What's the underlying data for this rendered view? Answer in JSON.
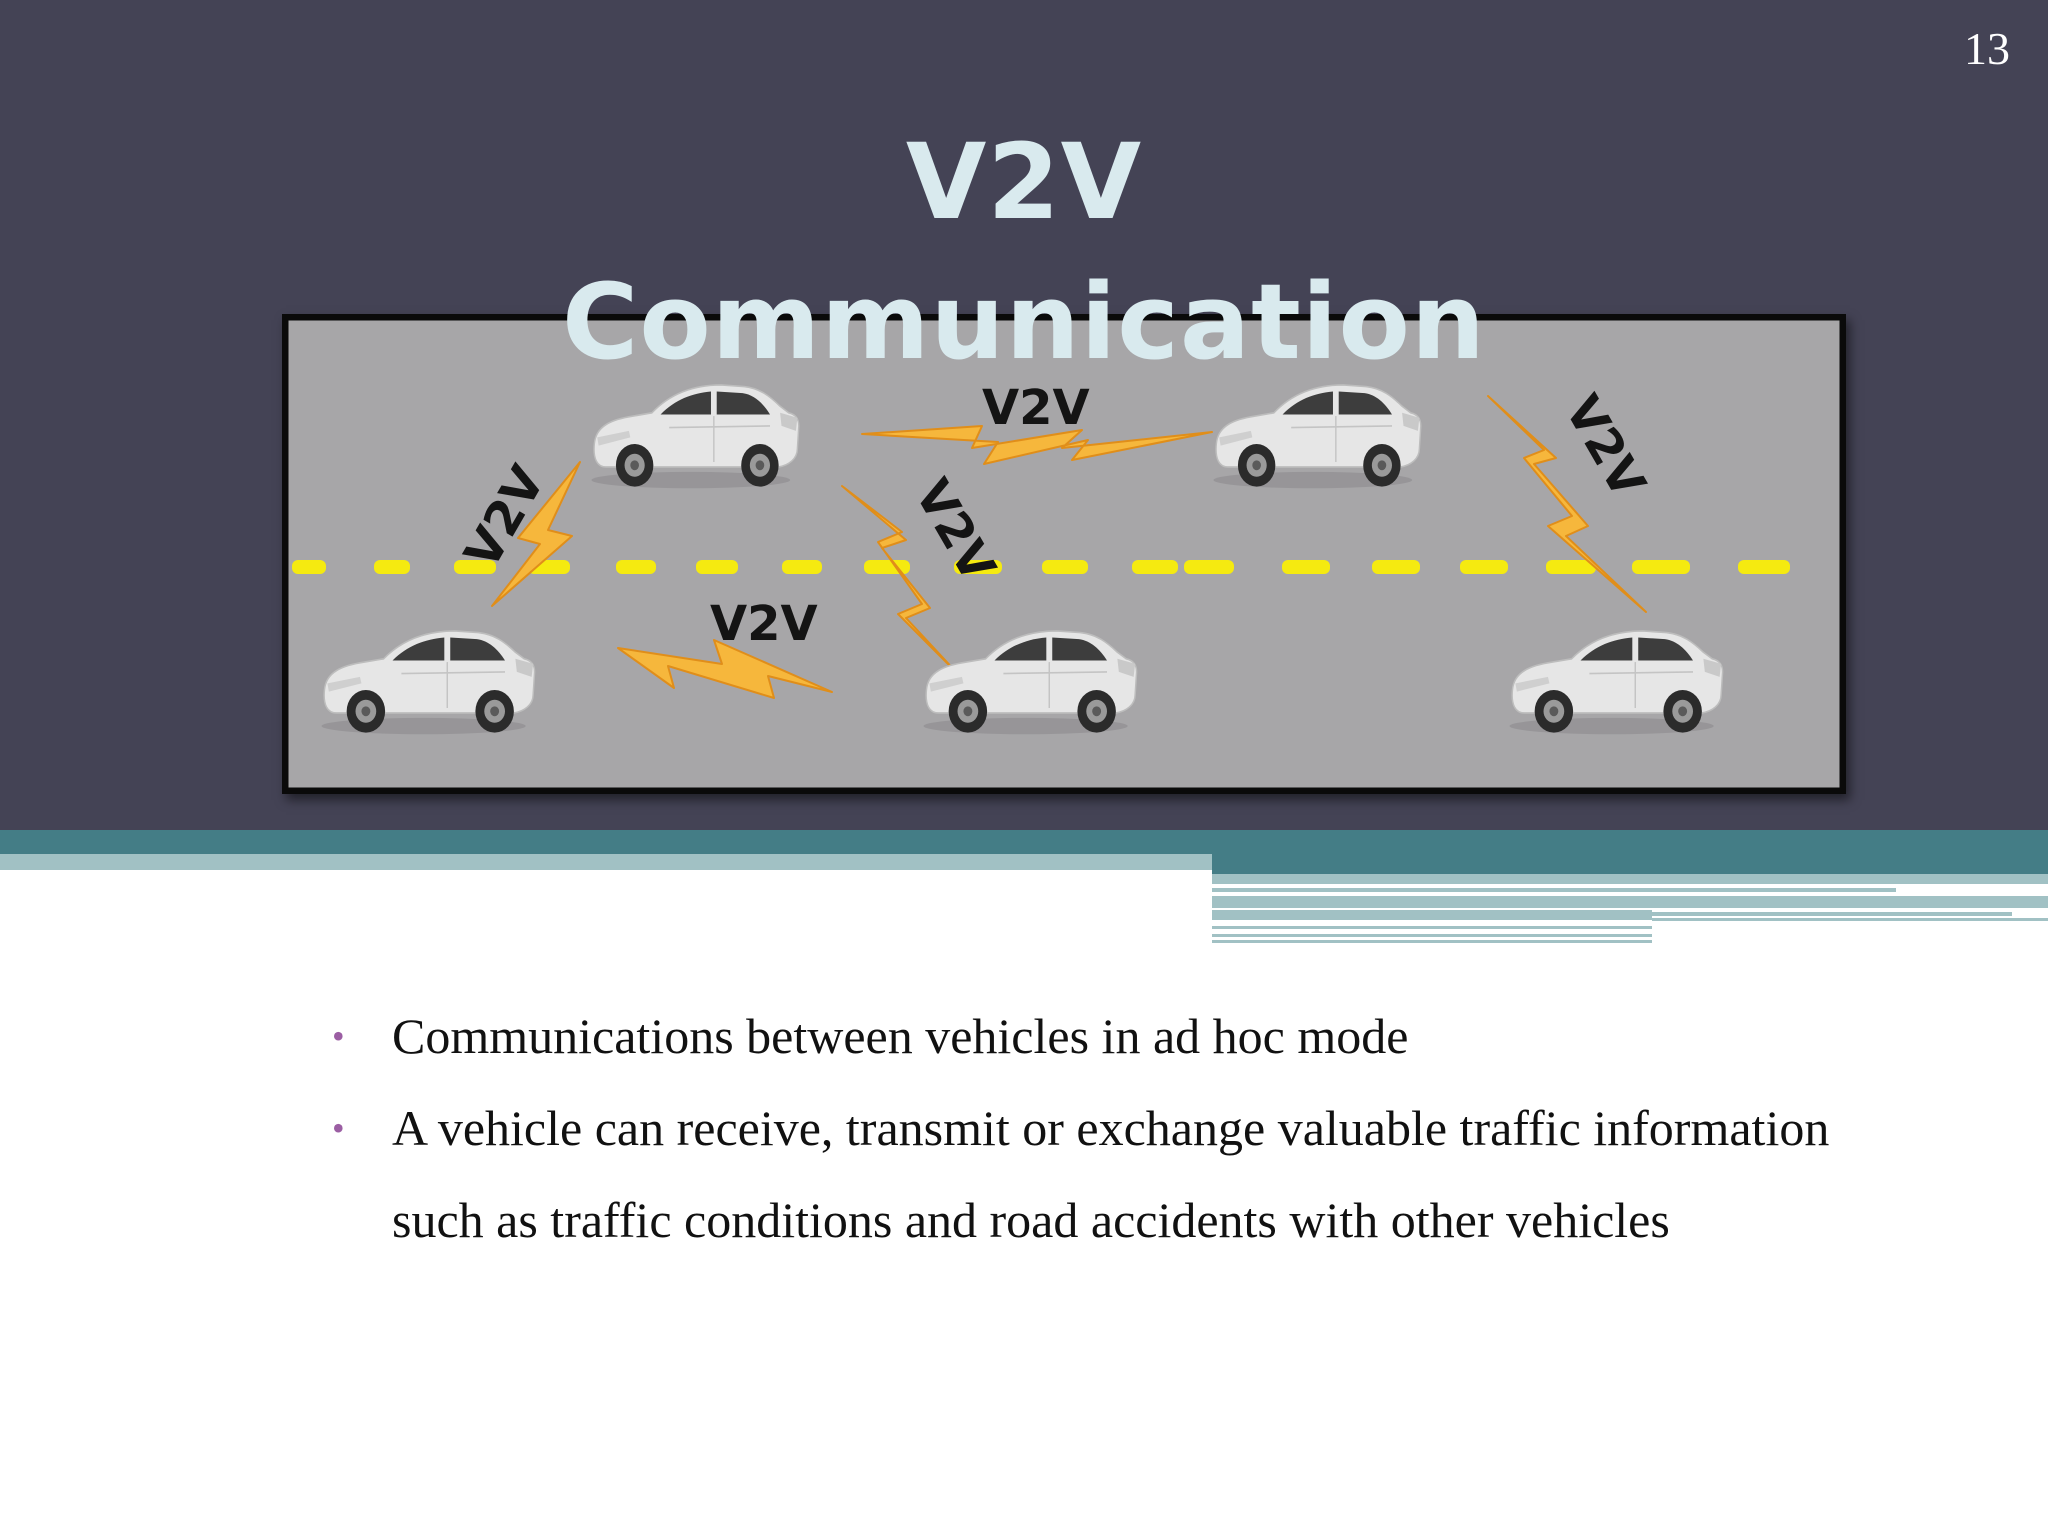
{
  "slide": {
    "page_number": "13",
    "title_line1": "V2V",
    "title_line2": "Communication"
  },
  "diagram": {
    "link_label": "V2V",
    "background_color": "#a7a6a8",
    "lane_color": "#f5ea10",
    "signal_color": "#f6b73c",
    "car_color": "#e6e6e6"
  },
  "bullets": [
    "Communications between vehicles in ad hoc mode",
    "A vehicle can receive, transmit or exchange valuable traffic information such as traffic conditions and road accidents with other vehicles"
  ],
  "colors": {
    "header_bg": "#444355",
    "title_text": "#d9eaee",
    "teal_band": "#447d86",
    "light_band": "#a1c1c4",
    "bullet_dot": "#9b5ea3"
  }
}
